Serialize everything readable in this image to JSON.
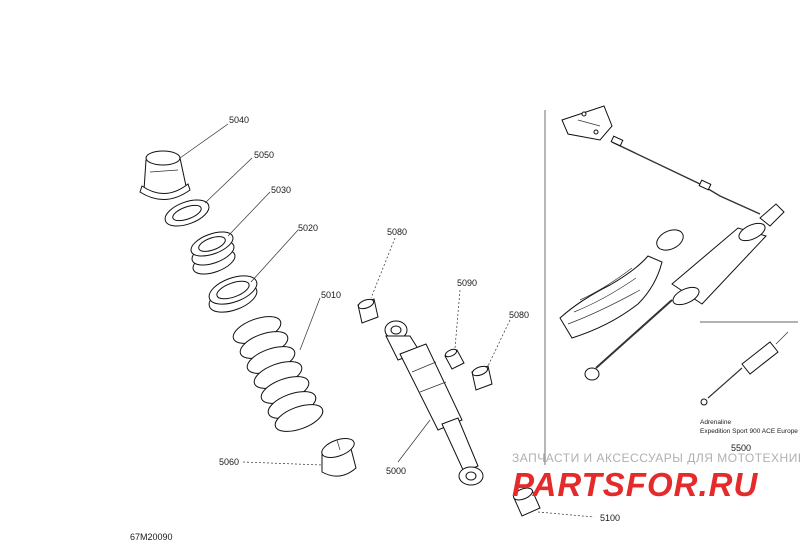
{
  "diagram": {
    "drawing_code": "67M20090",
    "callouts": [
      "5040",
      "5050",
      "5030",
      "5020",
      "5010",
      "5060",
      "5080",
      "5090",
      "5080",
      "5000",
      "5100",
      "5500"
    ],
    "caption_lines": [
      "Adrenaline",
      "Expedition Sport 900 ACE Europe"
    ]
  },
  "watermark": {
    "tagline": "ЗАПЧАСТИ И АКСЕССУАРЫ ДЛЯ МОТОТЕХНИКИ",
    "logo_text": "PARTSFOR.RU",
    "logo_color": "#e42a2a"
  }
}
